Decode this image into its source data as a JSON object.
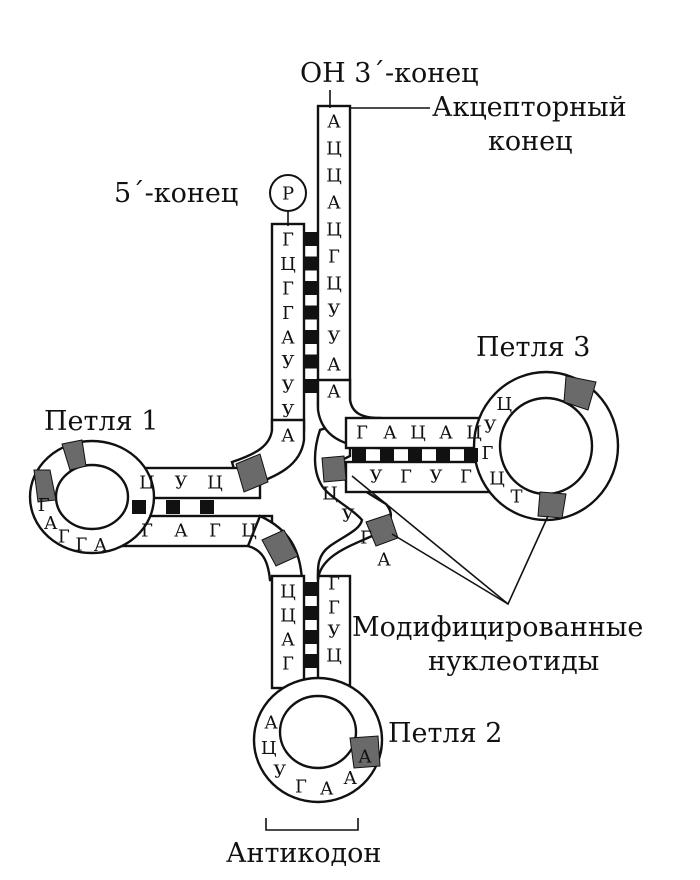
{
  "labels": {
    "oh3": "OH 3´-конец",
    "acceptor_line1": "Акцепторный",
    "acceptor_line2": "конец",
    "end5": "5´-конец",
    "phosphate": "P",
    "loop1": "Петля 1",
    "loop2": "Петля 2",
    "loop3": "Петля 3",
    "modified_line1": "Модифицированные",
    "modified_line2": "нуклеотиды",
    "anticodon": "Антикодон"
  },
  "sequences": {
    "acceptor_3prime": [
      "А",
      "Ц",
      "Ц",
      "А",
      "Ц",
      "Г",
      "Ц",
      "У",
      "У",
      "А",
      "А"
    ],
    "acceptor_5prime": [
      "Г",
      "Ц",
      "Г",
      "Г",
      "А",
      "У",
      "У",
      "У",
      "А"
    ],
    "d_arm_top": [
      "Ц",
      "У",
      "Ц"
    ],
    "d_arm_bottom": [
      "Г",
      "А",
      "Г",
      "Ц"
    ],
    "d_loop": [
      "Г",
      "А",
      "Г",
      "Г",
      "А"
    ],
    "t_arm_top": [
      "Г",
      "А",
      "Ц",
      "А",
      "Ц"
    ],
    "t_arm_bottom": [
      "У",
      "Г",
      "У",
      "Г"
    ],
    "t_loop": [
      "Ц",
      "У",
      "Г",
      "Ц",
      "Т"
    ],
    "anticodon_left": [
      "Ц",
      "Ц",
      "А",
      "Г"
    ],
    "anticodon_right": [
      "Г",
      "Г",
      "У",
      "Ц"
    ],
    "variable": [
      "Ц",
      "У",
      "Г",
      "А"
    ],
    "anticodon_loop": [
      "А",
      "Ц",
      "У",
      "Г",
      "А",
      "А",
      "А"
    ]
  }
}
